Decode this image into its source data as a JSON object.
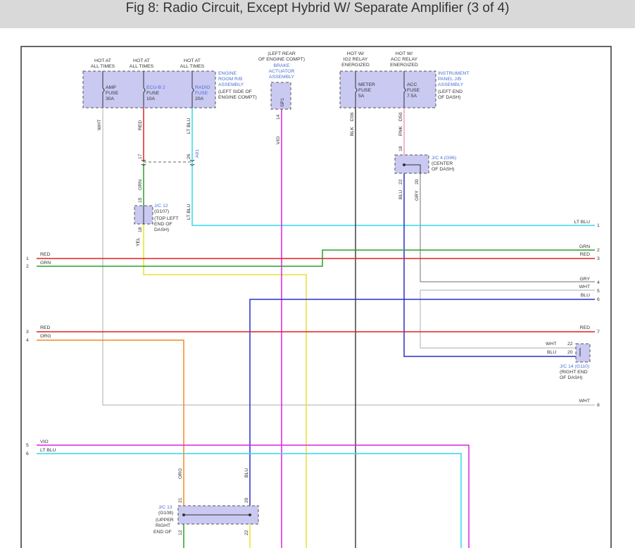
{
  "title": "Fig 8: Radio Circuit, Except Hybrid W/ Separate Amplifier (3 of 4)",
  "colors": {
    "box_fill": "#c9c9f2",
    "box_stroke": "#555555",
    "label_blue": "#4a6fd0",
    "red": "#e02020",
    "green": "#28a028",
    "lt_blue": "#30d8f0",
    "violet": "#e020e0",
    "yellow": "#ece030",
    "orange": "#f08a20",
    "blue": "#2830c8",
    "white_wire": "#c8c8c8",
    "gray": "#a0a0a0",
    "black": "#404040",
    "pink": "#f0a0b0"
  },
  "top_labels": {
    "hot1": [
      "HOT AT",
      "ALL TIMES"
    ],
    "hot2": [
      "HOT AT",
      "ALL TIMES"
    ],
    "hot3": [
      "HOT AT",
      "ALL TIMES"
    ],
    "hot4": [
      "HOT W/",
      "IG2 RELAY",
      "ENERGIZED"
    ],
    "hot5": [
      "HOT W/",
      "ACC RELAY",
      "ENERGIZED"
    ],
    "brake": [
      "(LEFT REAR",
      "OF ENGINE COMPT)",
      "BRAKE",
      "ACTUATOR",
      "ASSEMBLY"
    ]
  },
  "engine_room_block": {
    "label": [
      "ENGINE",
      "ROOM R/B",
      "ASSEMBLY"
    ],
    "location": [
      "(LEFT SIDE OF",
      "ENGINE COMPT)"
    ],
    "fuses": [
      {
        "name": [
          "AMP",
          "FUSE",
          "30A"
        ]
      },
      {
        "name": [
          "ECU-B 2",
          "FUSE",
          "10A"
        ]
      },
      {
        "name": [
          "RADIO",
          "FUSE",
          "20A"
        ]
      }
    ]
  },
  "instrument_block": {
    "label": [
      "INSTRUMENT",
      "PANEL J/B",
      "ASSEMBLY"
    ],
    "location": [
      "(LEFT END",
      "OF DASH)"
    ],
    "fuses": [
      {
        "name": [
          "METER",
          "FUSE",
          "5A"
        ]
      },
      {
        "name": [
          "ACC",
          "FUSE",
          "7.5A"
        ]
      }
    ]
  },
  "junctions": {
    "jc4": {
      "label": "J/C 4 (G96)",
      "location": [
        "(CENTER",
        "OF DASH)"
      ]
    },
    "jc12": {
      "label": [
        "J/C 12",
        "(G107)"
      ],
      "location": [
        "(TOP LEFT",
        "END OF",
        "DASH)"
      ]
    },
    "jc14": {
      "label": "J/C 14 (G110)",
      "location": [
        "(RIGHT END",
        "OF DASH)"
      ]
    },
    "jc13": {
      "label": [
        "J/C 13",
        "(G108)"
      ],
      "location": [
        "(UPPER",
        "RIGHT",
        "END OF"
      ]
    }
  },
  "wire_labels": {
    "wht_top": "WHT",
    "red_top": "RED",
    "ltblu_top": "LT BLU",
    "vio_top": "VIO",
    "blk": "BLK",
    "pnk": "PNK",
    "grn_mid": "GRN",
    "ltblu_mid": "LT BLU",
    "yel": "YEL",
    "blu_jc4": "BLU",
    "gry_jc4": "GRY",
    "org_bottom": "ORG",
    "blu_bottom": "BLU",
    "sp1": "SP1",
    "pin14": "14",
    "pin17": "17",
    "pin26": "26",
    "a01": "A01",
    "pin15": "15",
    "pin18": "18",
    "pin18b": "18",
    "pin22": "22",
    "pin20": "20",
    "d36": "D36",
    "d50": "D50",
    "pin21": "21",
    "pin20b": "20",
    "pin12": "12",
    "pin22b": "22"
  },
  "left_connectors": [
    {
      "pin": "1",
      "color": "RED"
    },
    {
      "pin": "2",
      "color": "GRN"
    },
    {
      "pin": "3",
      "color": "RED"
    },
    {
      "pin": "4",
      "color": "ORG"
    },
    {
      "pin": "5",
      "color": "VIO"
    },
    {
      "pin": "6",
      "color": "LT BLU"
    }
  ],
  "right_connectors": [
    {
      "pin": "1",
      "color": "LT BLU"
    },
    {
      "pin": "2",
      "color": "GRN"
    },
    {
      "pin": "3",
      "color": "RED"
    },
    {
      "pin": "4",
      "color": "GRY"
    },
    {
      "pin": "5",
      "color": "WHT"
    },
    {
      "pin": "6",
      "color": "BLU"
    },
    {
      "pin": "7",
      "color": "RED"
    },
    {
      "pin": "8",
      "color": "WHT"
    }
  ],
  "jc14_pins": [
    {
      "color": "WHT",
      "pin": "22"
    },
    {
      "color": "BLU",
      "pin": "20"
    }
  ]
}
